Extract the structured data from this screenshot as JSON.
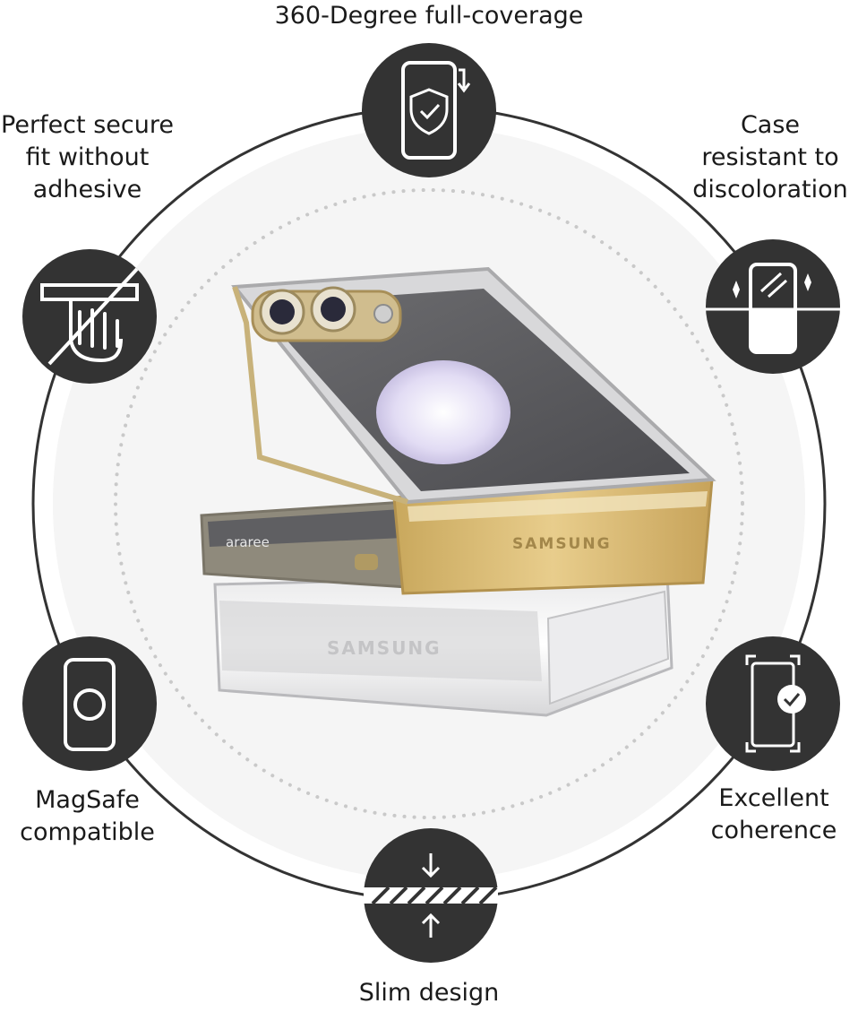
{
  "features": {
    "top": {
      "label": "360-Degree full-coverage",
      "icon": "phone-shield-rotate-icon"
    },
    "top_left": {
      "lines": [
        "Perfect secure",
        "fit without",
        "adhesive"
      ],
      "icon": "no-adhesive-hand-icon"
    },
    "top_right": {
      "lines": [
        "Case",
        "resistant to",
        "discoloration"
      ],
      "icon": "anti-yellowing-case-icon"
    },
    "bottom_left": {
      "lines": [
        "MagSafe",
        "compatible"
      ],
      "icon": "magsafe-ring-icon"
    },
    "bottom_right": {
      "lines": [
        "Excellent",
        "coherence"
      ],
      "icon": "phone-check-icon"
    },
    "bottom": {
      "label": "Slim design",
      "icon": "slim-layer-icon"
    }
  },
  "product": {
    "brand_mark": "araree",
    "device_brand_front": "SAMSUNG",
    "device_brand_back": "SAMSUNG"
  },
  "colors": {
    "badge": "#333333",
    "ring": "#333333",
    "inner_fill": "#f5f5f5",
    "dots": "#c9c9c9",
    "gold": "#d8b56a"
  }
}
